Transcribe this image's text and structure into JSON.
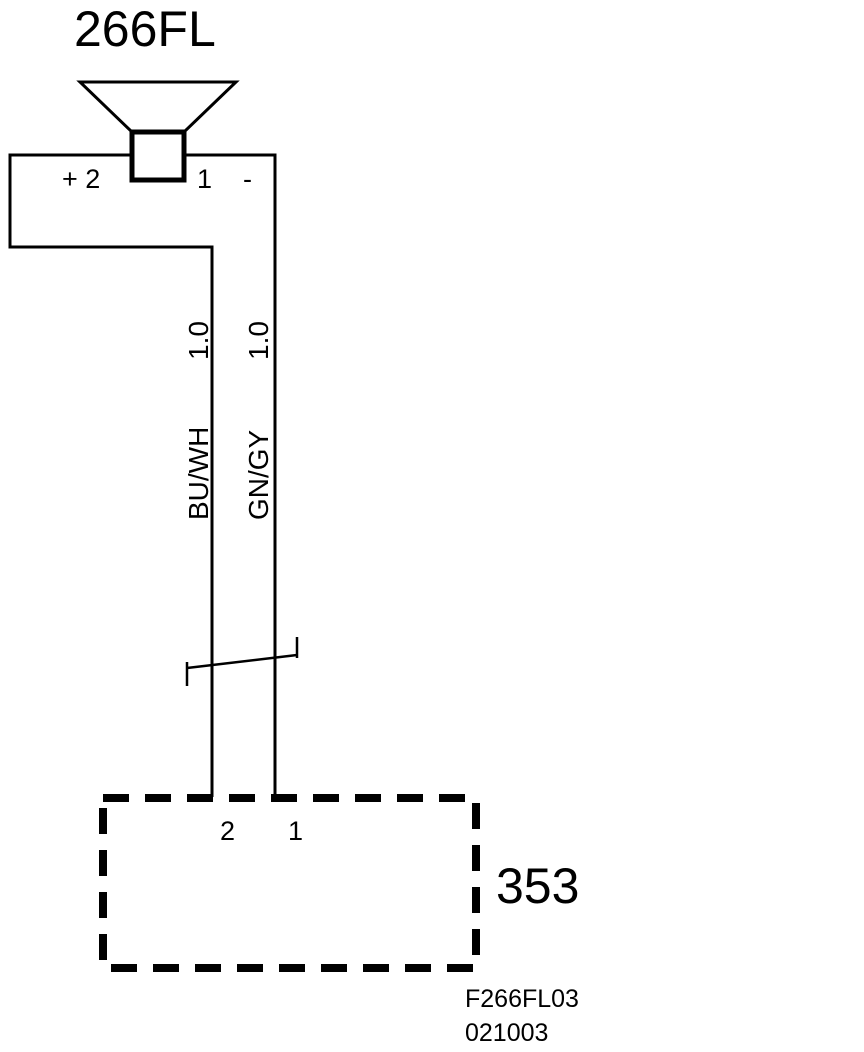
{
  "speaker": {
    "id": "266FL",
    "pin_plus": "+ 2",
    "pin_minus_number": "1",
    "pin_minus_sign": "-"
  },
  "wires": [
    {
      "color": "BU/WH",
      "size": "1.0"
    },
    {
      "color": "GN/GY",
      "size": "1.0"
    }
  ],
  "module": {
    "id": "353",
    "pin_left": "2",
    "pin_right": "1"
  },
  "footer": {
    "code": "F266FL03",
    "date": "021003"
  },
  "colors": {
    "line": "#000000",
    "background": "#ffffff"
  }
}
